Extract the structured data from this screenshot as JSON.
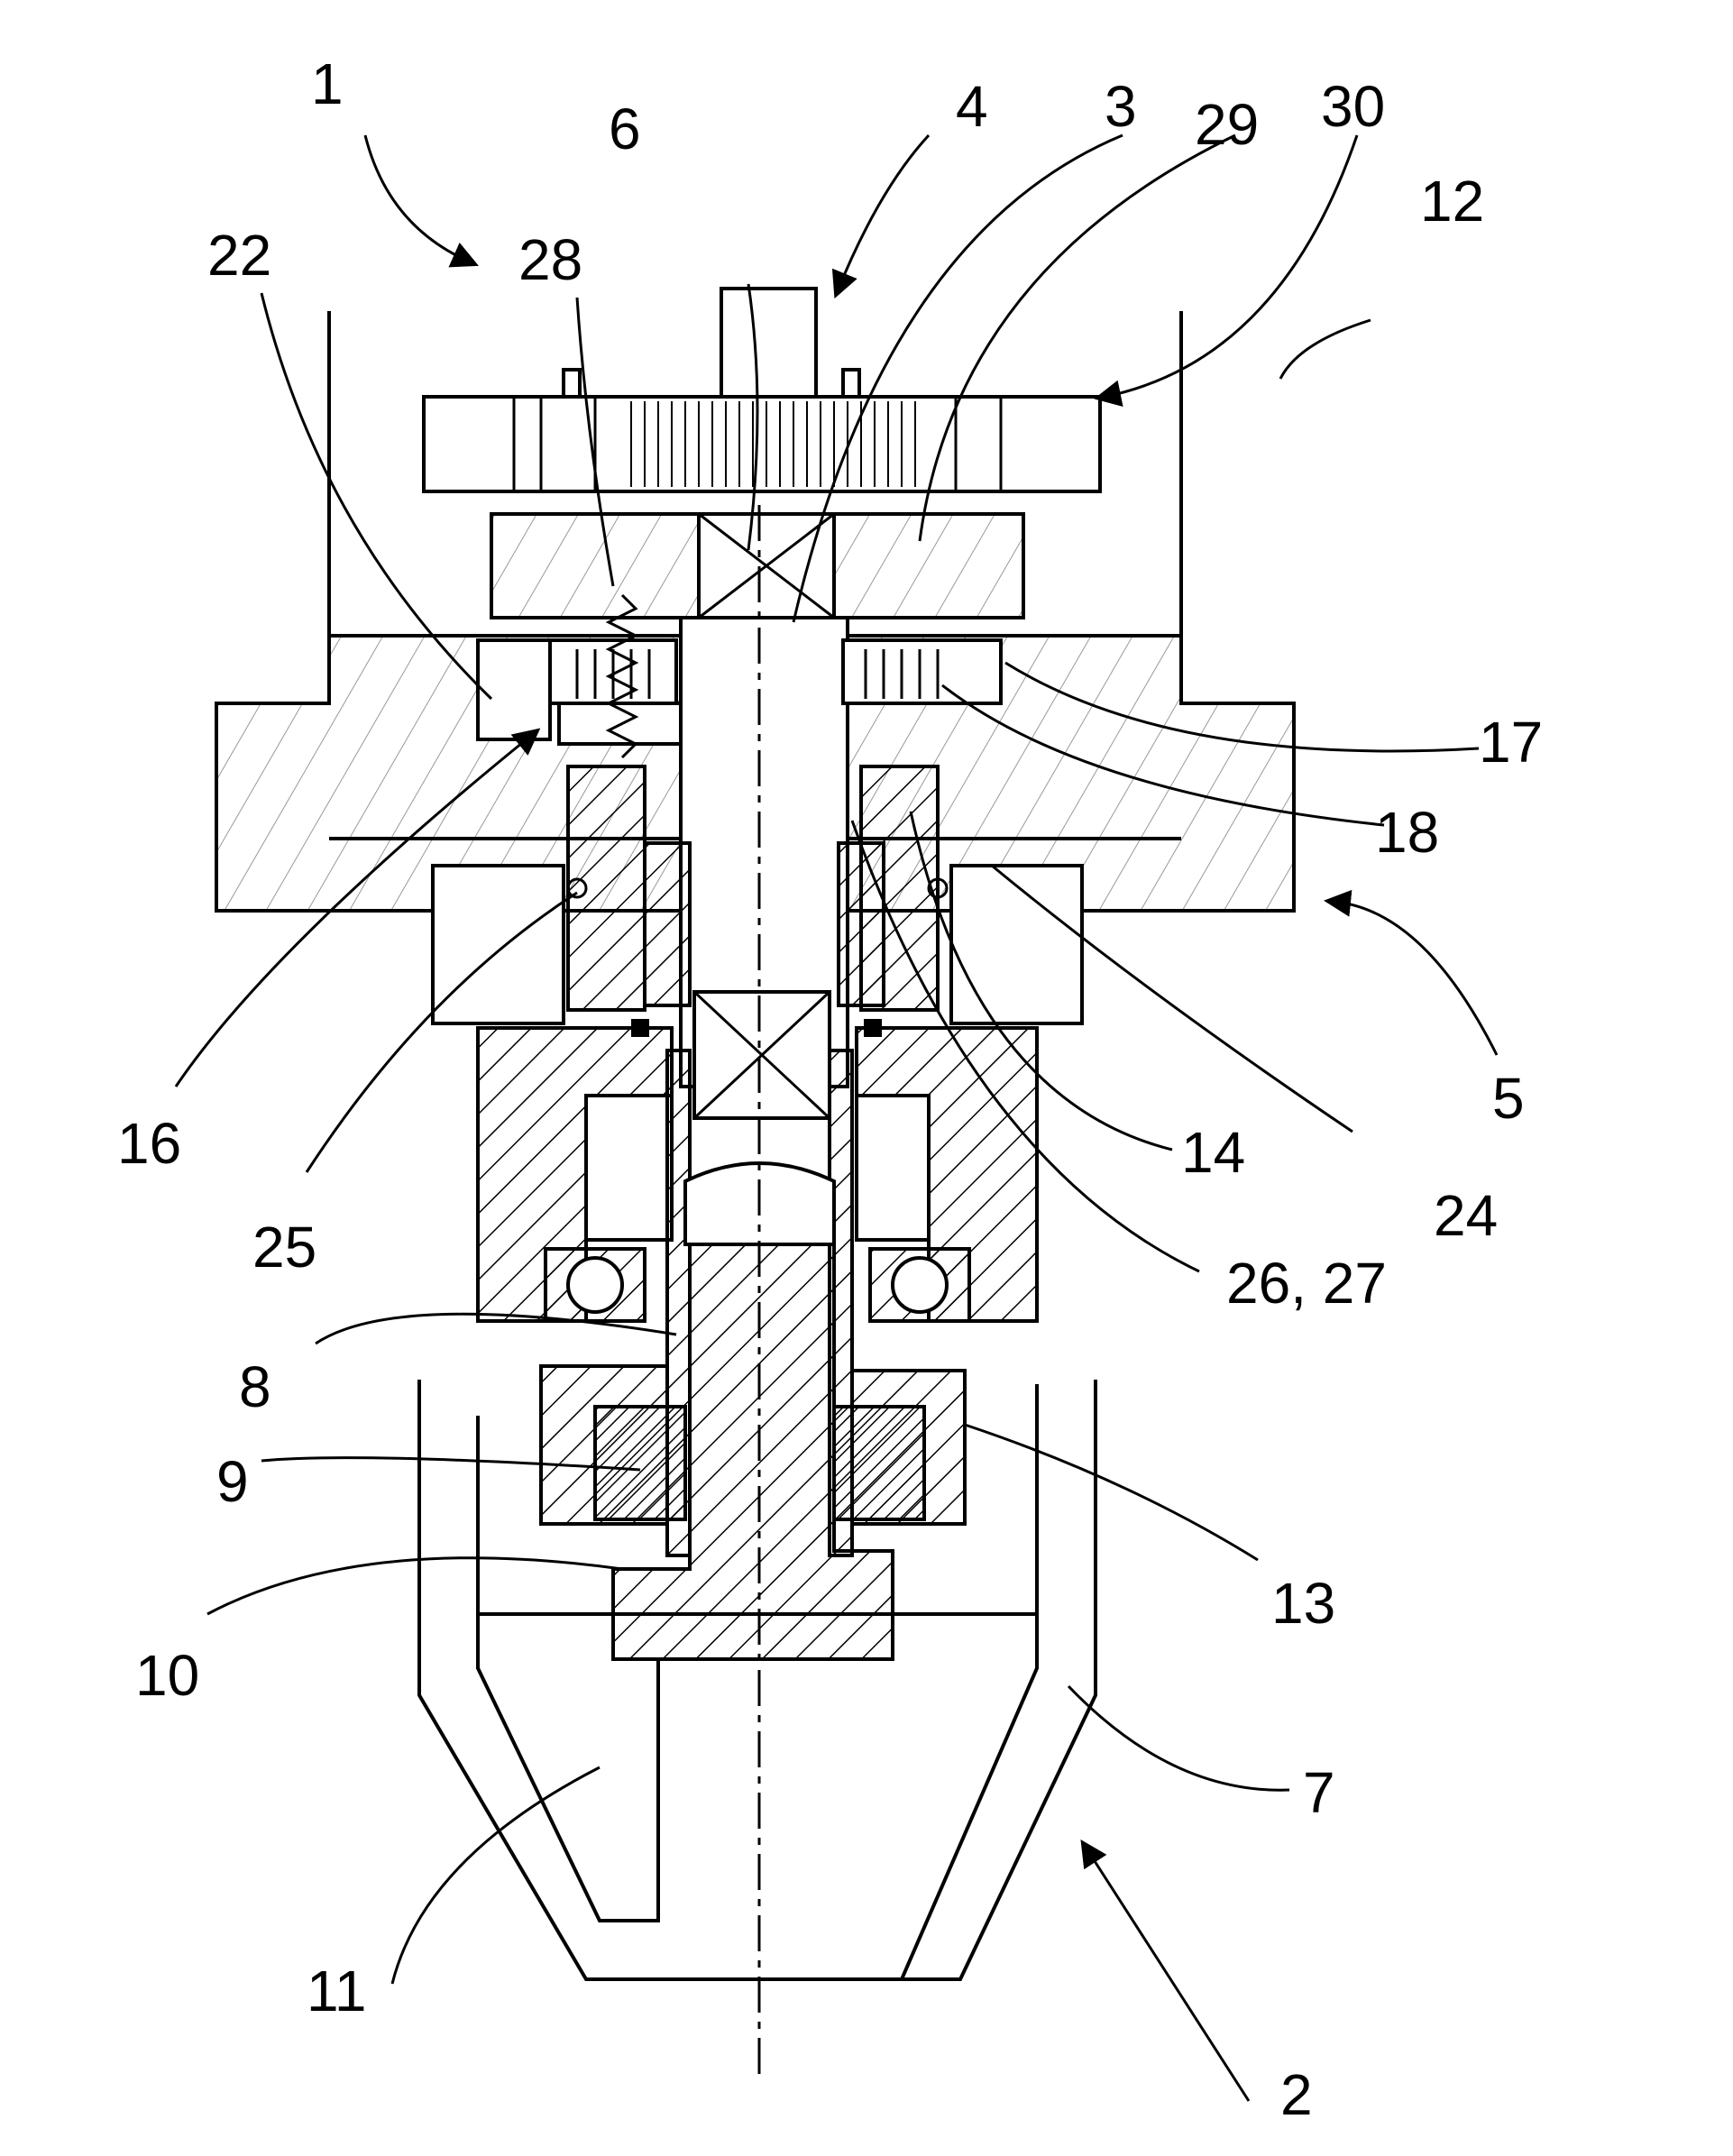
{
  "figure": {
    "labels": [
      "1",
      "2",
      "3",
      "4",
      "5",
      "6",
      "7",
      "8",
      "9",
      "10",
      "11",
      "12",
      "13",
      "14",
      "16",
      "17",
      "18",
      "22",
      "24",
      "25",
      "26, 27",
      "28",
      "29",
      "30"
    ]
  },
  "labels": {
    "l1": "1",
    "l2": "2",
    "l3": "3",
    "l4": "4",
    "l5": "5",
    "l6": "6",
    "l7": "7",
    "l8": "8",
    "l9": "9",
    "l10": "10",
    "l11": "11",
    "l12": "12",
    "l13": "13",
    "l14": "14",
    "l16": "16",
    "l17": "17",
    "l18": "18",
    "l22": "22",
    "l24": "24",
    "l25": "25",
    "l26": "26, 27",
    "l28": "28",
    "l29": "29",
    "l30": "30"
  }
}
